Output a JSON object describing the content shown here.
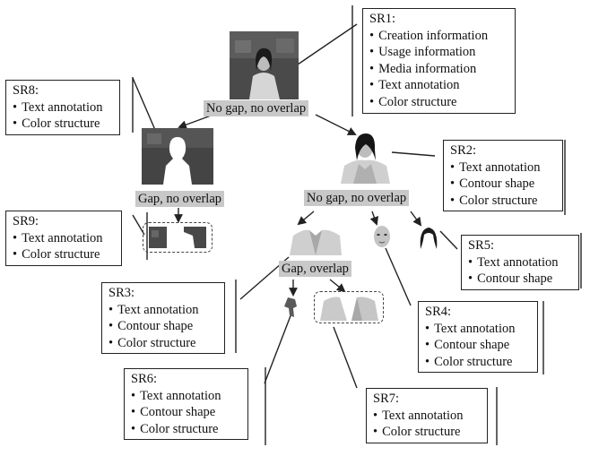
{
  "regions": {
    "sr1": {
      "title": "SR1:",
      "items": [
        "Creation information",
        "Usage information",
        "Media information",
        "Text annotation",
        "Color structure"
      ]
    },
    "sr2": {
      "title": "SR2:",
      "items": [
        "Text annotation",
        "Contour shape",
        "Color structure"
      ]
    },
    "sr3": {
      "title": "SR3:",
      "items": [
        "Text annotation",
        "Contour shape",
        "Color structure"
      ]
    },
    "sr4": {
      "title": "SR4:",
      "items": [
        "Text annotation",
        "Contour shape",
        "Color structure"
      ]
    },
    "sr5": {
      "title": "SR5:",
      "items": [
        "Text annotation",
        "Contour shape"
      ]
    },
    "sr6": {
      "title": "SR6:",
      "items": [
        "Text annotation",
        "Contour shape",
        "Color structure"
      ]
    },
    "sr7": {
      "title": "SR7:",
      "items": [
        "Text annotation",
        "Color structure"
      ]
    },
    "sr8": {
      "title": "SR8:",
      "items": [
        "Text annotation",
        "Color structure"
      ]
    },
    "sr9": {
      "title": "SR9:",
      "items": [
        "Text annotation",
        "Color structure"
      ]
    }
  },
  "relations": {
    "root": "No gap, no overlap",
    "background": "Gap, no overlap",
    "person": "No gap, no overlap",
    "body": "Gap, overlap"
  },
  "colors": {
    "label_bg": "#c8c8c8",
    "line": "#222222",
    "photo_dark": "#3a3a3a",
    "photo_light": "#bdbdbd"
  }
}
